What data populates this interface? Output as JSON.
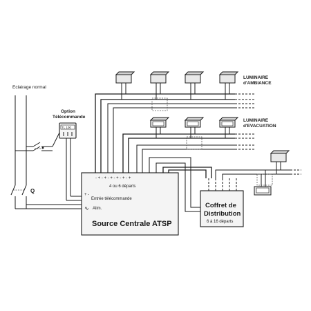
{
  "labels": {
    "eclairage_normal": "Eclairage normal",
    "option": "Option",
    "telecommande": "Télécommande",
    "tl_box": "TL 100",
    "q_switch": "Q",
    "luminaire_ambiance_1": "LUMINAIRE",
    "luminaire_ambiance_2": "d'AMBIANCE",
    "luminaire_evacuation_1": "LUMINAIRE",
    "luminaire_evacuation_2": "d'EVACUATION",
    "departs_4_6": "4 ou 6 départs",
    "entree_telecommande": "Entrée télécommande",
    "alim": "Alim.",
    "source_centrale": "Source Centrale ATSP",
    "coffret_1": "Coffret de",
    "coffret_2": "Distribution",
    "departs_6_16": "6 à 16 départs",
    "terminal_pm": "+   -"
  },
  "icons": {
    "luminaire": "luminaire-icon",
    "switch": "switch-icon",
    "junction": "junction-box-icon",
    "ac": "ac-wave-icon"
  }
}
